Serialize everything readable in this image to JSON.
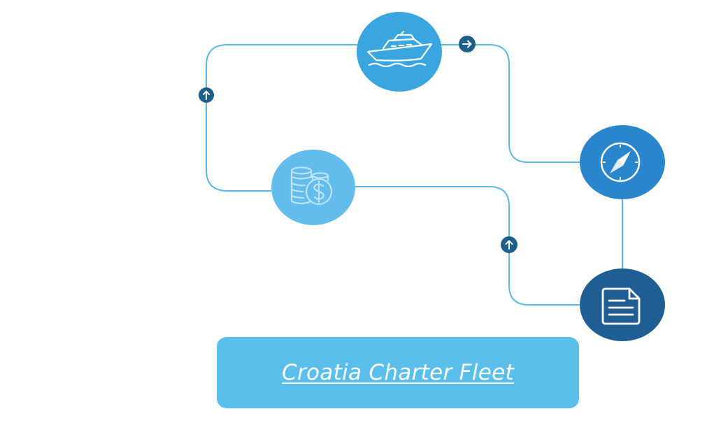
{
  "colors": {
    "connector_line": "#5ab9e3",
    "arrow_badge": "#1e5f8c",
    "node_yacht": "#3aa6e0",
    "node_finance": "#62bdec",
    "node_compass": "#2a86cc",
    "node_document": "#1f5e92",
    "icon_stroke": "#ffffff",
    "finance_icon_stroke": "#bfe3f7",
    "button_background": "#5bbfec",
    "button_text": "#ffffff"
  },
  "nodes": [
    {
      "id": "yacht",
      "icon": "yacht-icon"
    },
    {
      "id": "finance",
      "icon": "coins-dollar-icon"
    },
    {
      "id": "compass",
      "icon": "compass-icon"
    },
    {
      "id": "document",
      "icon": "document-icon"
    }
  ],
  "arrow_badges": [
    {
      "id": "left-up",
      "direction": "up"
    },
    {
      "id": "top-right",
      "direction": "right"
    },
    {
      "id": "middle-up",
      "direction": "up"
    }
  ],
  "cta": {
    "label": "Croatia Charter Fleet"
  }
}
